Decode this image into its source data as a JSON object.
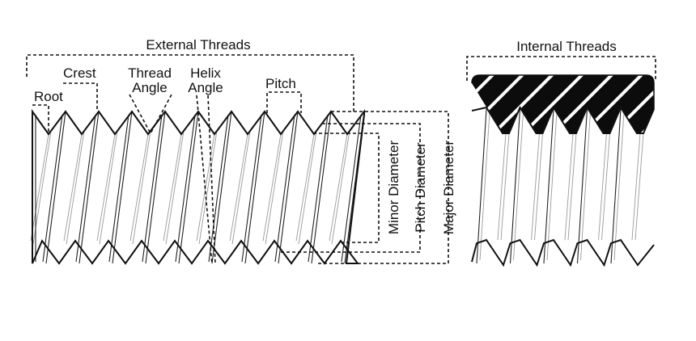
{
  "external": {
    "title": "External Threads",
    "labels": {
      "root": "Root",
      "crest": "Crest",
      "thread_angle_line1": "Thread",
      "thread_angle_line2": "Angle",
      "helix_angle_line1": "Helix",
      "helix_angle_line2": "Angle",
      "pitch": "Pitch"
    },
    "diameters": {
      "minor": "Minor Diameter",
      "pitch": "Pitch Diameter",
      "major": "Major Diameter"
    }
  },
  "internal": {
    "title": "Internal Threads"
  },
  "colors": {
    "ink": "#111111",
    "background": "#ffffff",
    "nut_fill": "#0c0c0c"
  }
}
